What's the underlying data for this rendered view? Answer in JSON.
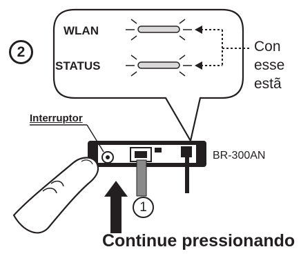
{
  "labels": {
    "wlan": "WLAN",
    "status": "STATUS",
    "confirm_text": "Con\nesse\nestã",
    "switch": "Interruptor",
    "model": "BR-300AN",
    "continue_pressing": "Continue pressionando"
  },
  "steps": {
    "step1": "1",
    "step2": "2"
  },
  "colors": {
    "ink": "#231f20",
    "cable": "#8a8a8a",
    "led": "#d9d9d9"
  }
}
